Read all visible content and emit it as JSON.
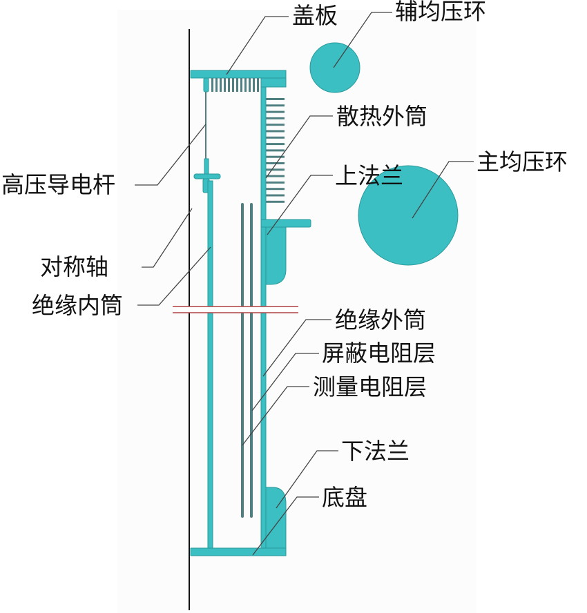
{
  "diagram": {
    "type": "schematic-cross-section",
    "colors": {
      "body": "#3bbfc2",
      "body_stroke": "#2a9a9c",
      "resistor_layers": "#4f7f80",
      "axis": "#111111",
      "break_line": "#b04040",
      "leader": "#444444"
    },
    "labels": {
      "cover_plate": "盖板",
      "aux_grading_ring": "辅均压环",
      "heat_sink_outer_tube": "散热外筒",
      "main_grading_ring": "主均压环",
      "hv_conductor_rod": "高压导电杆",
      "upper_flange": "上法兰",
      "symmetry_axis": "对称轴",
      "insulating_inner_tube": "绝缘内筒",
      "insulating_outer_tube": "绝缘外筒",
      "shielding_resistor_layer": "屏蔽电阻层",
      "measuring_resistor_layer": "测量电阻层",
      "lower_flange": "下法兰",
      "base_plate": "底盘"
    }
  }
}
